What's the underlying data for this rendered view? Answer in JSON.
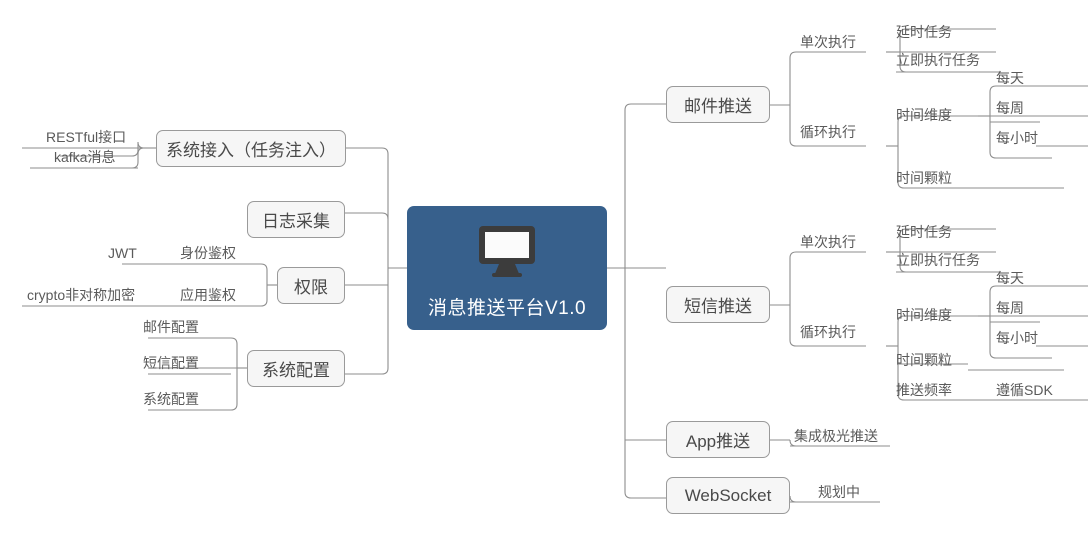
{
  "diagram": {
    "type": "mindmap",
    "title": "消息推送平台V1.0",
    "background_color": "#ffffff",
    "root": {
      "label": "消息推送平台V1.0",
      "icon": "monitor-icon",
      "fill_color": "#37608C",
      "text_color": "#ffffff"
    },
    "node_style": {
      "fill_color": "#f6f6f6",
      "border_color": "#9a9a9a",
      "text_color": "#4a4a4a"
    },
    "left_branches": [
      {
        "label": "系统接入（任务注入）",
        "children": [
          {
            "label": "RESTful接口"
          },
          {
            "label": "kafka消息"
          }
        ]
      },
      {
        "label": "日志采集",
        "children": []
      },
      {
        "label": "权限",
        "children": [
          {
            "label": "身份鉴权",
            "children": [
              {
                "label": "JWT"
              }
            ]
          },
          {
            "label": "应用鉴权",
            "children": [
              {
                "label": "crypto非对称加密"
              }
            ]
          }
        ]
      },
      {
        "label": "系统配置",
        "children": [
          {
            "label": "邮件配置"
          },
          {
            "label": "短信配置"
          },
          {
            "label": "系统配置"
          }
        ]
      }
    ],
    "right_branches": [
      {
        "label": "邮件推送",
        "children": [
          {
            "label": "单次执行",
            "children": [
              {
                "label": "延时任务"
              },
              {
                "label": "立即执行任务"
              }
            ]
          },
          {
            "label": "循环执行",
            "children": [
              {
                "label": "时间维度",
                "children": [
                  {
                    "label": "每天"
                  },
                  {
                    "label": "每周"
                  },
                  {
                    "label": "每小时"
                  }
                ]
              },
              {
                "label": "时间颗粒"
              }
            ]
          }
        ]
      },
      {
        "label": "短信推送",
        "children": [
          {
            "label": "单次执行",
            "children": [
              {
                "label": "延时任务"
              },
              {
                "label": "立即执行任务"
              }
            ]
          },
          {
            "label": "循环执行",
            "children": [
              {
                "label": "时间维度",
                "children": [
                  {
                    "label": "每天"
                  },
                  {
                    "label": "每周"
                  },
                  {
                    "label": "每小时"
                  }
                ]
              },
              {
                "label": "时间颗粒"
              },
              {
                "label": "推送频率",
                "children": [
                  {
                    "label": "遵循SDK"
                  }
                ]
              }
            ]
          }
        ]
      },
      {
        "label": "App推送",
        "children": [
          {
            "label": "集成极光推送"
          }
        ]
      },
      {
        "label": "WebSocket",
        "children": [
          {
            "label": "规划中"
          }
        ]
      }
    ]
  },
  "labels": {
    "root": "消息推送平台V1.0",
    "l1": "系统接入（任务注入）",
    "l1_c1": "RESTful接口",
    "l1_c2": "kafka消息",
    "l2": "日志采集",
    "l3": "权限",
    "l3_c1": "身份鉴权",
    "l3_c1_c1": "JWT",
    "l3_c2": "应用鉴权",
    "l3_c2_c1": "crypto非对称加密",
    "l4": "系统配置",
    "l4_c1": "邮件配置",
    "l4_c2": "短信配置",
    "l4_c3": "系统配置",
    "r1": "邮件推送",
    "r1_c1": "单次执行",
    "r1_c1_c1": "延时任务",
    "r1_c1_c2": "立即执行任务",
    "r1_c2": "循环执行",
    "r1_c2_c1": "时间维度",
    "r1_c2_c1_c1": "每天",
    "r1_c2_c1_c2": "每周",
    "r1_c2_c1_c3": "每小时",
    "r1_c2_c2": "时间颗粒",
    "r2": "短信推送",
    "r2_c1": "单次执行",
    "r2_c1_c1": "延时任务",
    "r2_c1_c2": "立即执行任务",
    "r2_c2": "循环执行",
    "r2_c2_c1": "时间维度",
    "r2_c2_c1_c1": "每天",
    "r2_c2_c1_c2": "每周",
    "r2_c2_c1_c3": "每小时",
    "r2_c2_c2": "时间颗粒",
    "r2_c2_c3": "推送频率",
    "r2_c2_c3_c1": "遵循SDK",
    "r3": "App推送",
    "r3_c1": "集成极光推送",
    "r4": "WebSocket",
    "r4_c1": "规划中"
  }
}
